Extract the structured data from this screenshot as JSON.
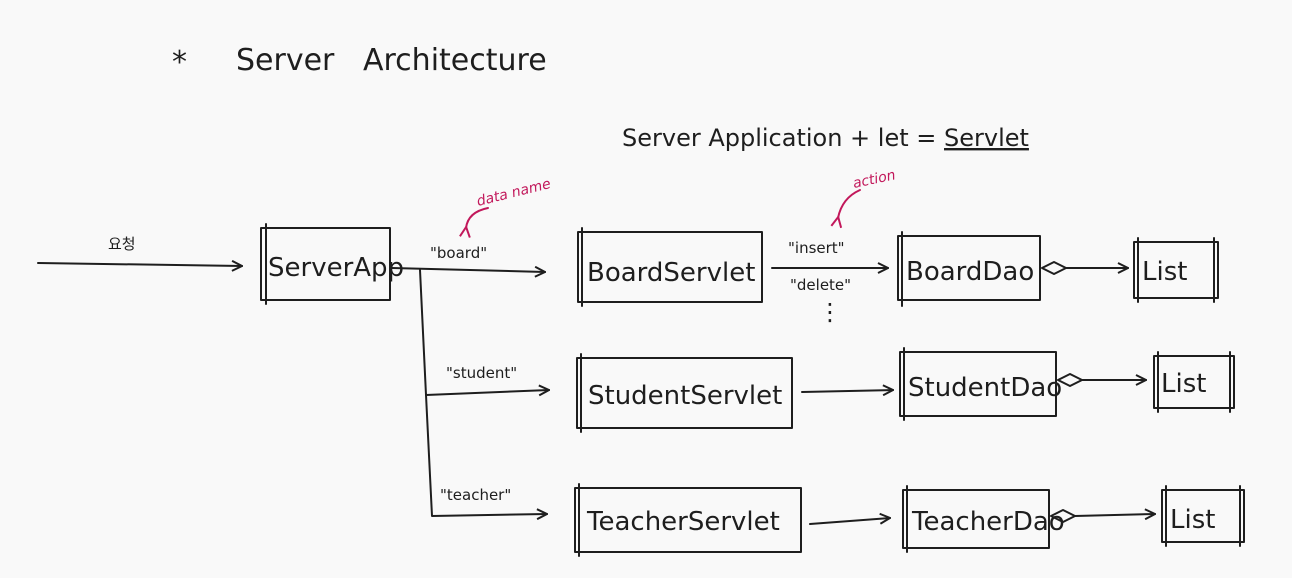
{
  "title": {
    "bullet": "*",
    "text": "Server   Architecture"
  },
  "subtitle": {
    "part1": "Server Application + let = ",
    "emphasis": "Servlet"
  },
  "request_label": "요청",
  "routes": {
    "board": "\"board\"",
    "student": "\"student\"",
    "teacher": "\"teacher\""
  },
  "actions": {
    "insert": "\"insert\"",
    "delete": "\"delete\"",
    "more": "⋮"
  },
  "notes": {
    "data_name": "data name",
    "action": "action"
  },
  "nodes": {
    "server_app": "ServerApp",
    "board_servlet": "BoardServlet",
    "student_servlet": "StudentServlet",
    "teacher_servlet": "TeacherServlet",
    "board_dao": "BoardDao",
    "student_dao": "StudentDao",
    "teacher_dao": "TeacherDao",
    "board_list": "List",
    "student_list": "List",
    "teacher_list": "List"
  }
}
